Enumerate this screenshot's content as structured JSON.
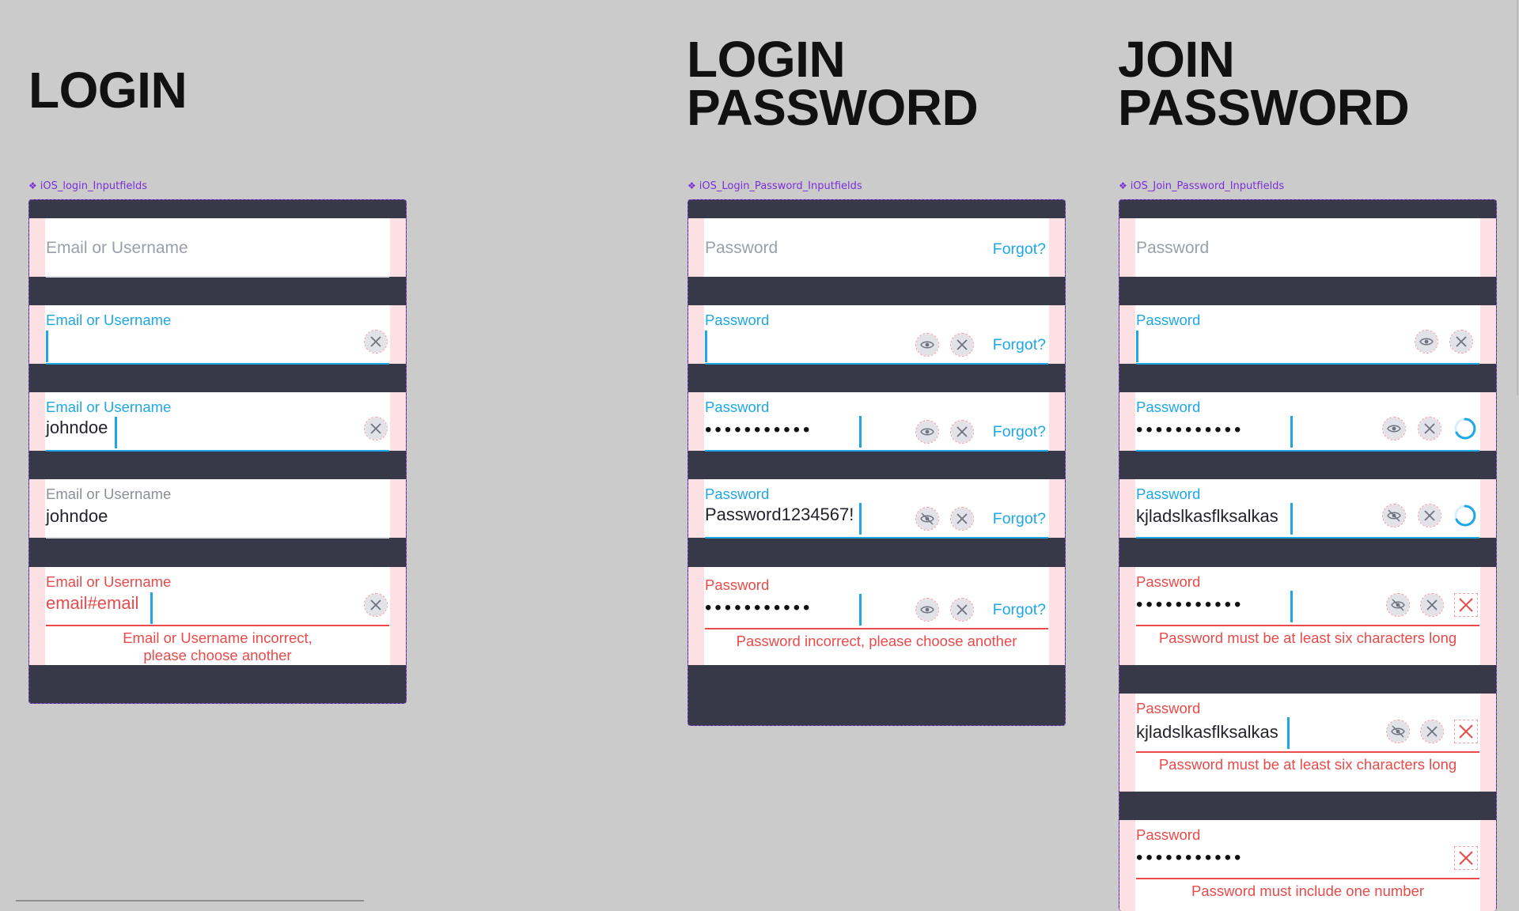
{
  "headings": {
    "login": [
      "LOGIN"
    ],
    "login_password": [
      "LOGIN",
      "PASSWORD"
    ],
    "join_password": [
      "JOIN",
      "PASSWORD"
    ]
  },
  "components": {
    "login": "iOS_login_Inputfields",
    "login_password": "iOS_Login_Password_Inputfields",
    "join_password": "iOS_Join_Password_Inputfields"
  },
  "login": {
    "placeholder": "Email or Username",
    "label": "Email or Username",
    "value_user": "johndoe",
    "value_bad": "email#email",
    "error": [
      "Email or Username incorrect,",
      "please choose another"
    ]
  },
  "login_password": {
    "placeholder": "Password",
    "label": "Password",
    "forgot": "Forgot?",
    "dots": "•••••••••••",
    "plain": "Password1234567!",
    "error": "Password incorrect, please choose another"
  },
  "join_password": {
    "placeholder": "Password",
    "label": "Password",
    "dots": "•••••••••••",
    "plain": "kjladslkasflksalkas",
    "error_length": "Password must be at least six characters long",
    "error_number": "Password must include one number"
  },
  "colors": {
    "accent": "#1ea7e6",
    "error": "#ea4a4a",
    "frame": "#373848",
    "component": "#7b2fd6"
  },
  "icons": [
    "clear-icon",
    "eye-icon",
    "eye-slash-icon",
    "spinner-icon",
    "error-x-icon"
  ]
}
